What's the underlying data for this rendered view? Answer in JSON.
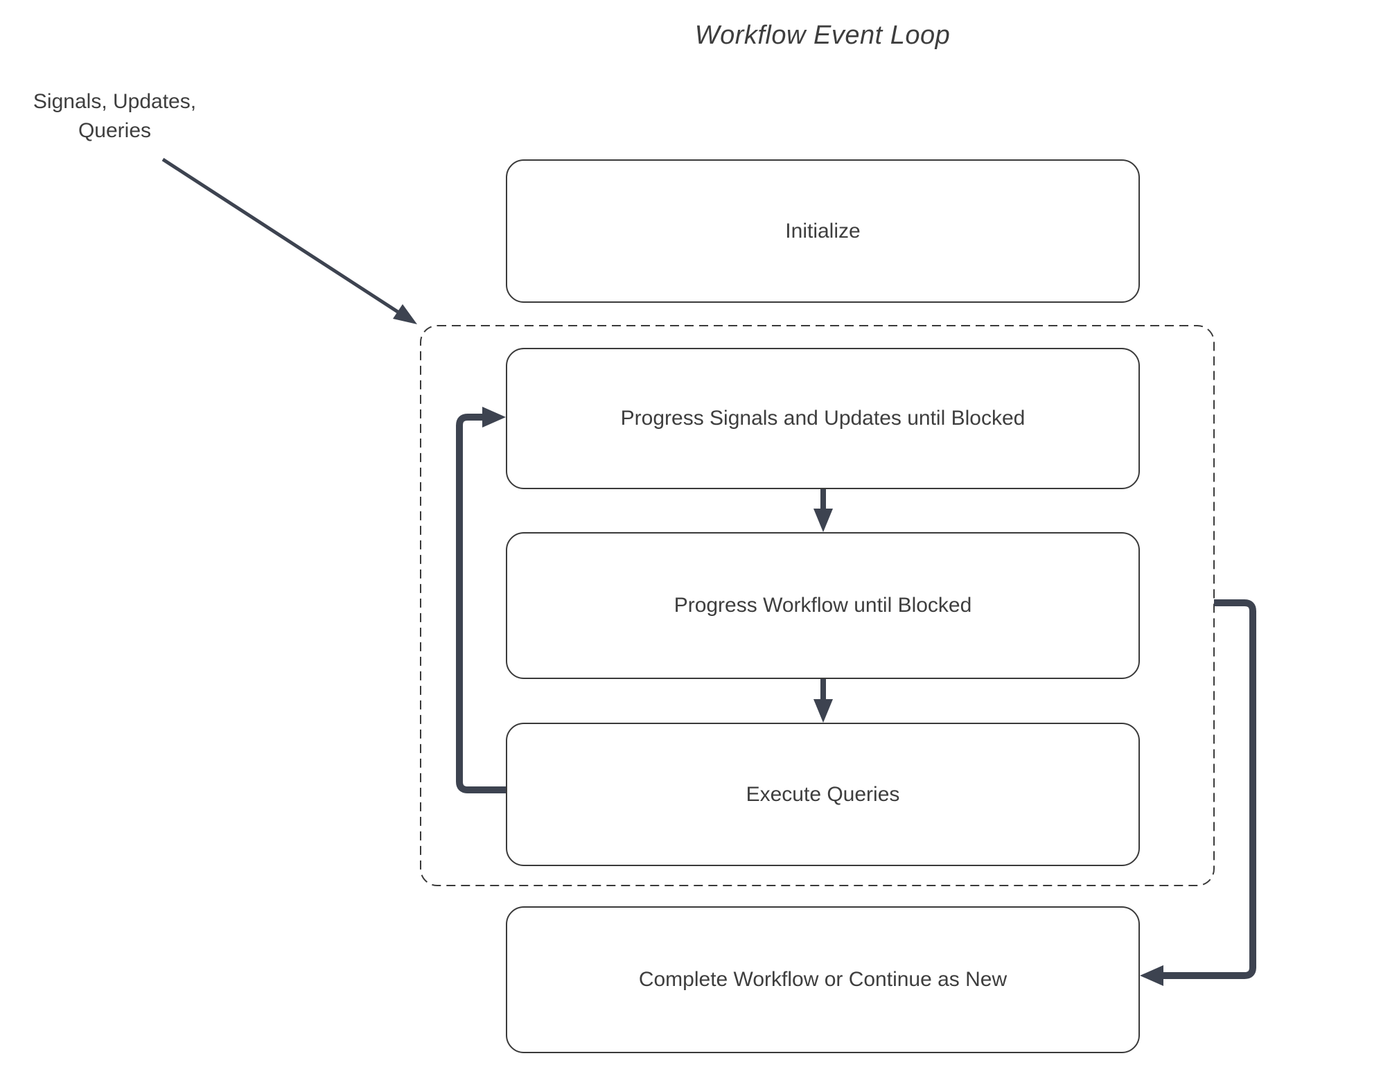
{
  "title": "Workflow Event Loop",
  "annotation": {
    "line1": "Signals, Updates,",
    "line2": "Queries"
  },
  "nodes": {
    "initialize": "Initialize",
    "progress_signals": "Progress Signals and Updates until Blocked",
    "progress_workflow": "Progress Workflow until Blocked",
    "execute_queries": "Execute Queries",
    "complete": "Complete Workflow or Continue as New"
  },
  "colors": {
    "arrow": "#3d4350",
    "border": "#3a3a3a",
    "text": "#3e3e3e",
    "bg": "#ffffff"
  }
}
